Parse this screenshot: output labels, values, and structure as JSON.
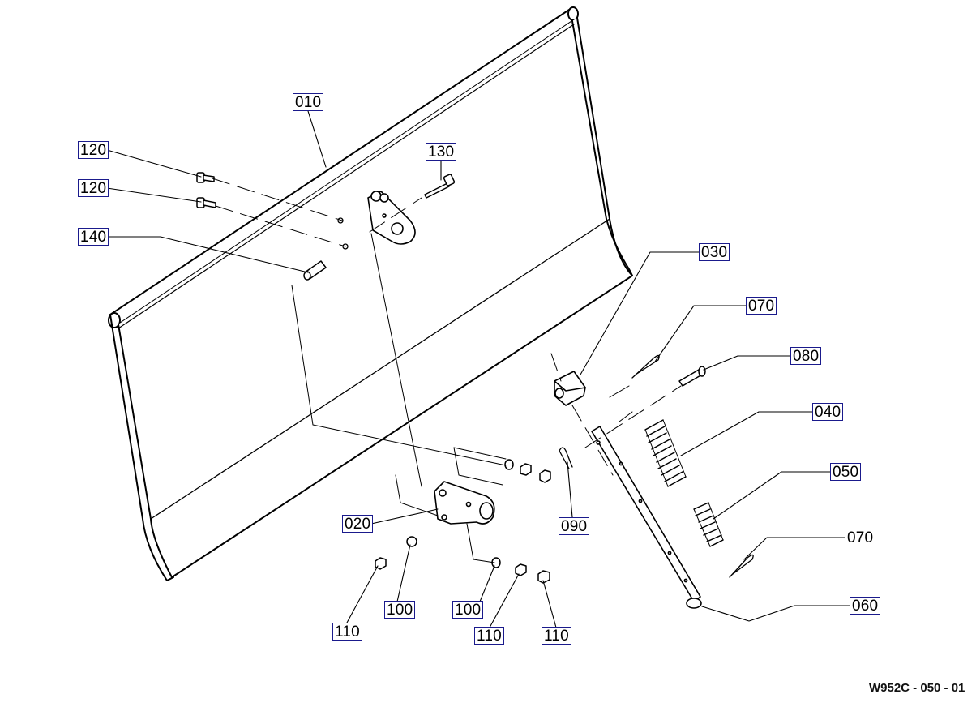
{
  "drawing_code": "W952C - 050 - 01",
  "part_labels": {
    "l010": "010",
    "l120a": "120",
    "l120b": "120",
    "l130": "130",
    "l140": "140",
    "l030": "030",
    "l070a": "070",
    "l080": "080",
    "l040": "040",
    "l050": "050",
    "l070b": "070",
    "l060": "060",
    "l020": "020",
    "l090": "090",
    "l100a": "100",
    "l100b": "100",
    "l110a": "110",
    "l110b": "110",
    "l110c": "110"
  },
  "colors": {
    "label_border": "#1a1a8c",
    "line": "#000000"
  }
}
